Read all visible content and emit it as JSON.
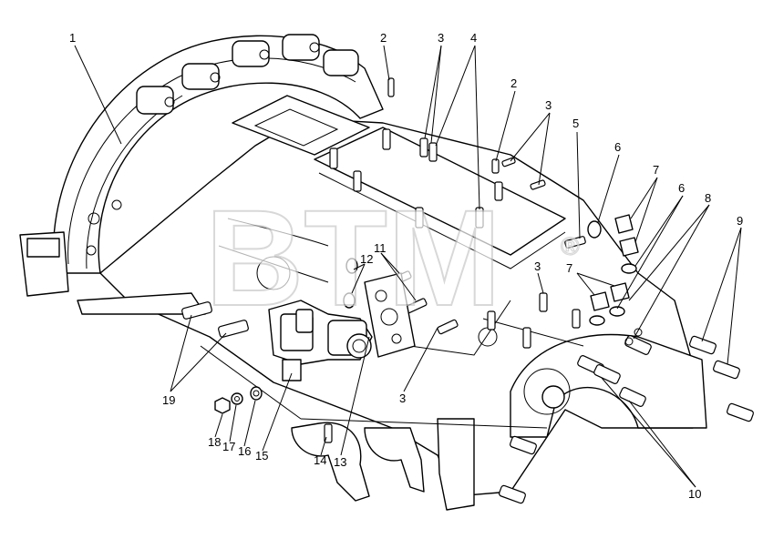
{
  "watermark": "BTM",
  "watermark_mark": "®",
  "callouts": [
    {
      "id": "c1",
      "label": "1"
    },
    {
      "id": "c2a",
      "label": "2"
    },
    {
      "id": "c3a",
      "label": "3"
    },
    {
      "id": "c4",
      "label": "4"
    },
    {
      "id": "c2b",
      "label": "2"
    },
    {
      "id": "c3b",
      "label": "3"
    },
    {
      "id": "c5",
      "label": "5"
    },
    {
      "id": "c6a",
      "label": "6"
    },
    {
      "id": "c7a",
      "label": "7"
    },
    {
      "id": "c6b",
      "label": "6"
    },
    {
      "id": "c8",
      "label": "8"
    },
    {
      "id": "c9",
      "label": "9"
    },
    {
      "id": "c11",
      "label": "11"
    },
    {
      "id": "c12",
      "label": "12"
    },
    {
      "id": "c3c",
      "label": "3"
    },
    {
      "id": "c7b",
      "label": "7"
    },
    {
      "id": "c19",
      "label": "19"
    },
    {
      "id": "c3d",
      "label": "3"
    },
    {
      "id": "c18",
      "label": "18"
    },
    {
      "id": "c17",
      "label": "17"
    },
    {
      "id": "c16",
      "label": "16"
    },
    {
      "id": "c15",
      "label": "15"
    },
    {
      "id": "c14",
      "label": "14"
    },
    {
      "id": "c13",
      "label": "13"
    },
    {
      "id": "c10",
      "label": "10"
    }
  ]
}
